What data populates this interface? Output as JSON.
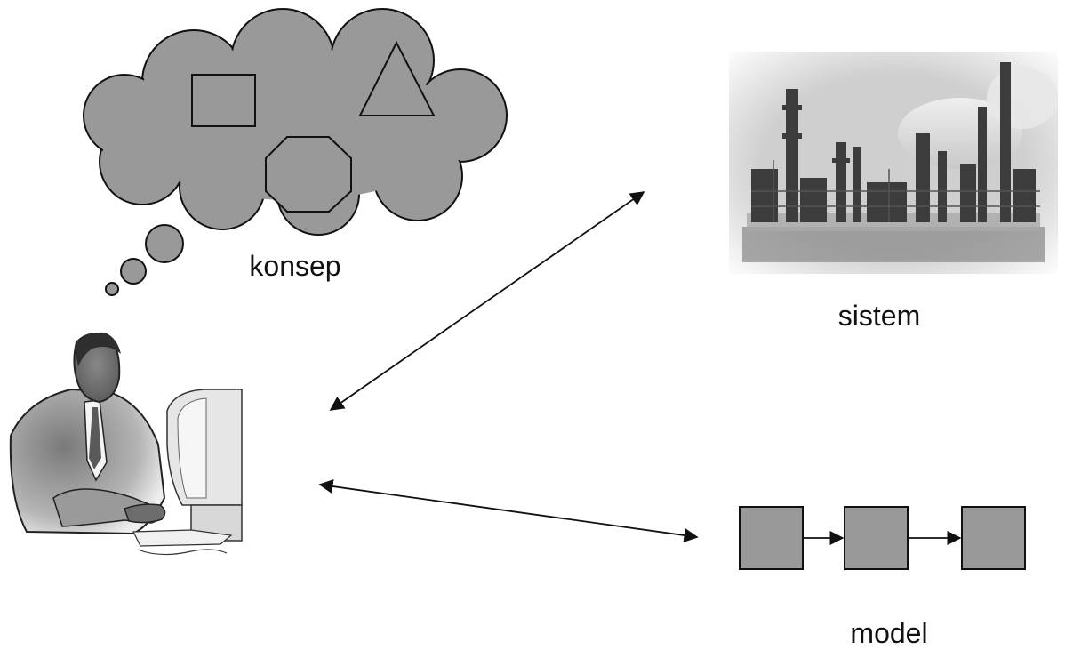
{
  "labels": {
    "concept": "konsep",
    "system": "sistem",
    "model": "model"
  },
  "icons": {
    "thought": "thought-cloud-icon",
    "person": "person-at-computer-icon",
    "plant": "industrial-plant-icon"
  },
  "colors": {
    "background": "#ffffff",
    "shape_fill": "#999999",
    "stroke": "#111111"
  }
}
